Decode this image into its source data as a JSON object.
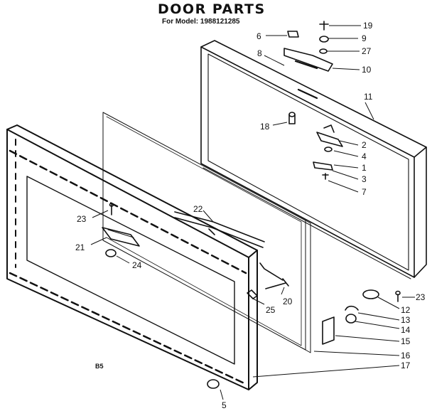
{
  "header": {
    "title": "DOOR PARTS",
    "subtitle": "For Model: 1988121285"
  },
  "diagram_code": "B5",
  "callouts": [
    {
      "label": "19"
    },
    {
      "label": "9"
    },
    {
      "label": "27"
    },
    {
      "label": "6"
    },
    {
      "label": "8"
    },
    {
      "label": "10"
    },
    {
      "label": "11"
    },
    {
      "label": "18"
    },
    {
      "label": "2"
    },
    {
      "label": "4"
    },
    {
      "label": "1"
    },
    {
      "label": "3"
    },
    {
      "label": "7"
    },
    {
      "label": "22"
    },
    {
      "label": "23"
    },
    {
      "label": "21"
    },
    {
      "label": "24"
    },
    {
      "label": "20"
    },
    {
      "label": "25"
    },
    {
      "label": "23"
    },
    {
      "label": "12"
    },
    {
      "label": "13"
    },
    {
      "label": "14"
    },
    {
      "label": "15"
    },
    {
      "label": "16"
    },
    {
      "label": "17"
    },
    {
      "label": "5"
    }
  ]
}
